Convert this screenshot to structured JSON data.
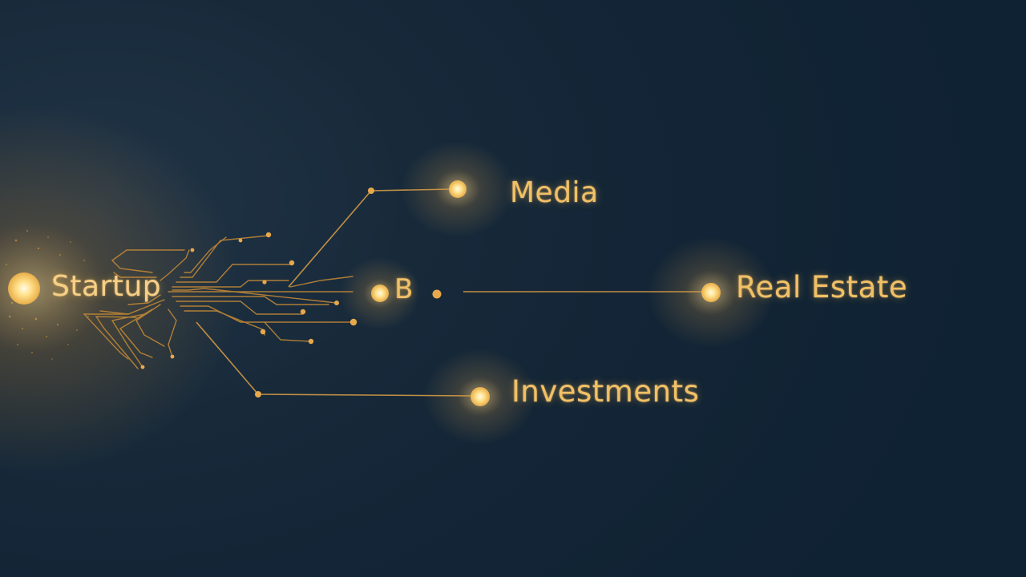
{
  "nodes": {
    "startup": "Startup",
    "media": "Media",
    "b": "B",
    "real_estate": "Real Estate",
    "investments": "Investments"
  },
  "colors": {
    "background": "#14283a",
    "accent": "#f2c066",
    "glow": "#ffd27a"
  }
}
